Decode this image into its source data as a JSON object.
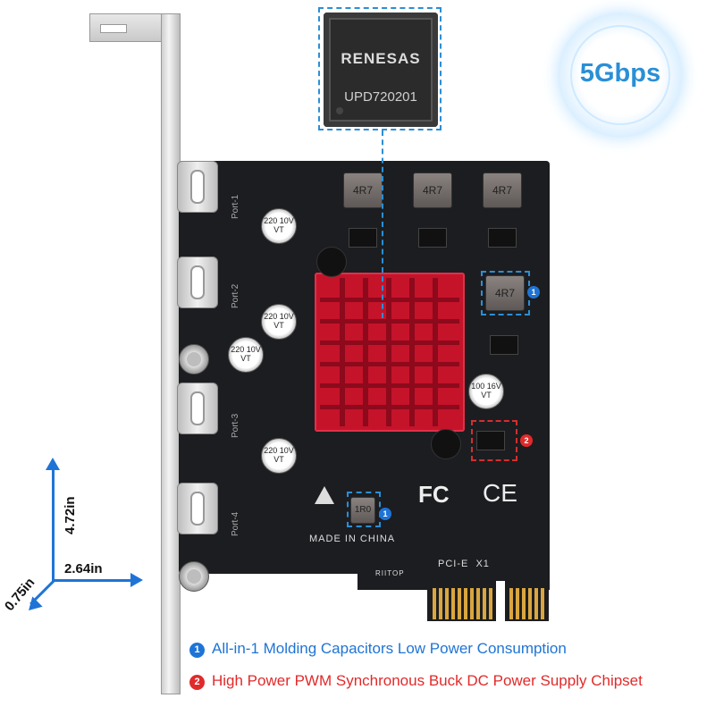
{
  "chip": {
    "brand": "RENESAS",
    "model": "UPD720201"
  },
  "badge": {
    "speed": "5Gbps"
  },
  "ports": [
    "Port-1",
    "Port-2",
    "Port-3",
    "Port-4"
  ],
  "capacitor_text": "220 10V VT",
  "capacitor_small_text": "100 16V VT",
  "inductor_label": "4R7",
  "inductor_small_label": "1R0",
  "pcb": {
    "made_in": "MADE IN CHINA",
    "interface": "PCI-E  X1",
    "brand_mark": "RIITOP",
    "fc": "FC",
    "ce": "CE"
  },
  "markers": {
    "one": "1",
    "two": "2"
  },
  "dimensions": {
    "height": "4.72in",
    "width": "2.64in",
    "depth": "0.75in"
  },
  "features": [
    {
      "number": "1",
      "text": "All-in-1 Molding Capacitors Low Power Consumption",
      "color": "#1e74d6"
    },
    {
      "number": "2",
      "text": "High Power PWM Synchronous Buck DC Power Supply Chipset",
      "color": "#e12a2a"
    }
  ]
}
